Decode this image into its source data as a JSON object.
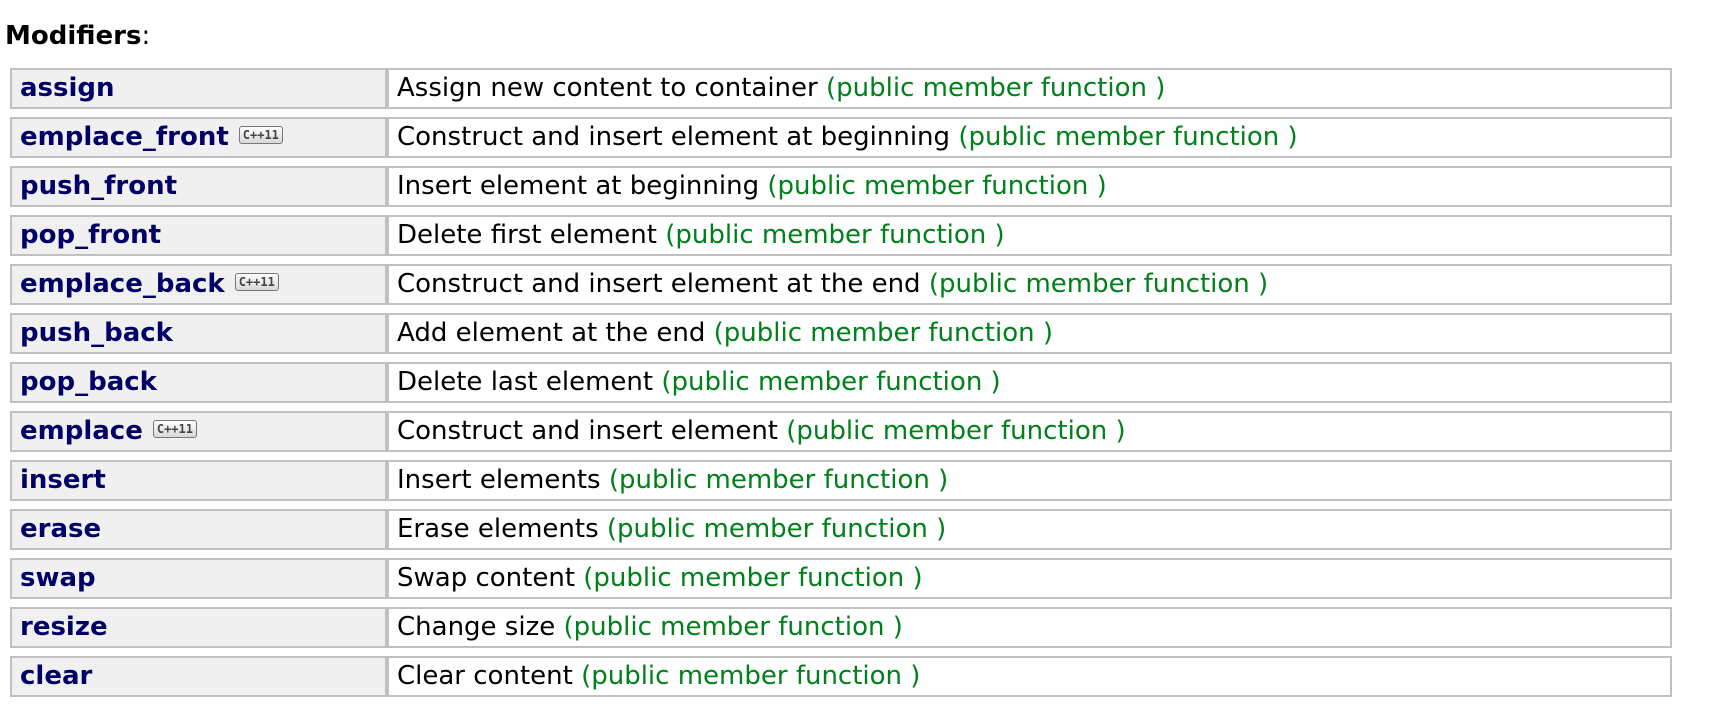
{
  "section": {
    "title": "Modifiers",
    "colon": ":"
  },
  "rows": [
    {
      "name": "assign",
      "badge": "",
      "desc": "Assign new content to container",
      "kind": "(public member function )"
    },
    {
      "name": "emplace_front",
      "badge": "C++11",
      "desc": "Construct and insert element at beginning",
      "kind": "(public member function )"
    },
    {
      "name": "push_front",
      "badge": "",
      "desc": "Insert element at beginning",
      "kind": "(public member function )"
    },
    {
      "name": "pop_front",
      "badge": "",
      "desc": "Delete first element",
      "kind": "(public member function )"
    },
    {
      "name": "emplace_back",
      "badge": "C++11",
      "desc": "Construct and insert element at the end",
      "kind": "(public member function )"
    },
    {
      "name": "push_back",
      "badge": "",
      "desc": "Add element at the end",
      "kind": "(public member function )"
    },
    {
      "name": "pop_back",
      "badge": "",
      "desc": "Delete last element",
      "kind": "(public member function )"
    },
    {
      "name": "emplace",
      "badge": "C++11",
      "desc": "Construct and insert element",
      "kind": "(public member function )"
    },
    {
      "name": "insert",
      "badge": "",
      "desc": "Insert elements",
      "kind": "(public member function )"
    },
    {
      "name": "erase",
      "badge": "",
      "desc": "Erase elements",
      "kind": "(public member function )"
    },
    {
      "name": "swap",
      "badge": "",
      "desc": "Swap content",
      "kind": "(public member function )"
    },
    {
      "name": "resize",
      "badge": "",
      "desc": "Change size",
      "kind": "(public member function )"
    },
    {
      "name": "clear",
      "badge": "",
      "desc": "Clear content",
      "kind": "(public member function )"
    }
  ]
}
